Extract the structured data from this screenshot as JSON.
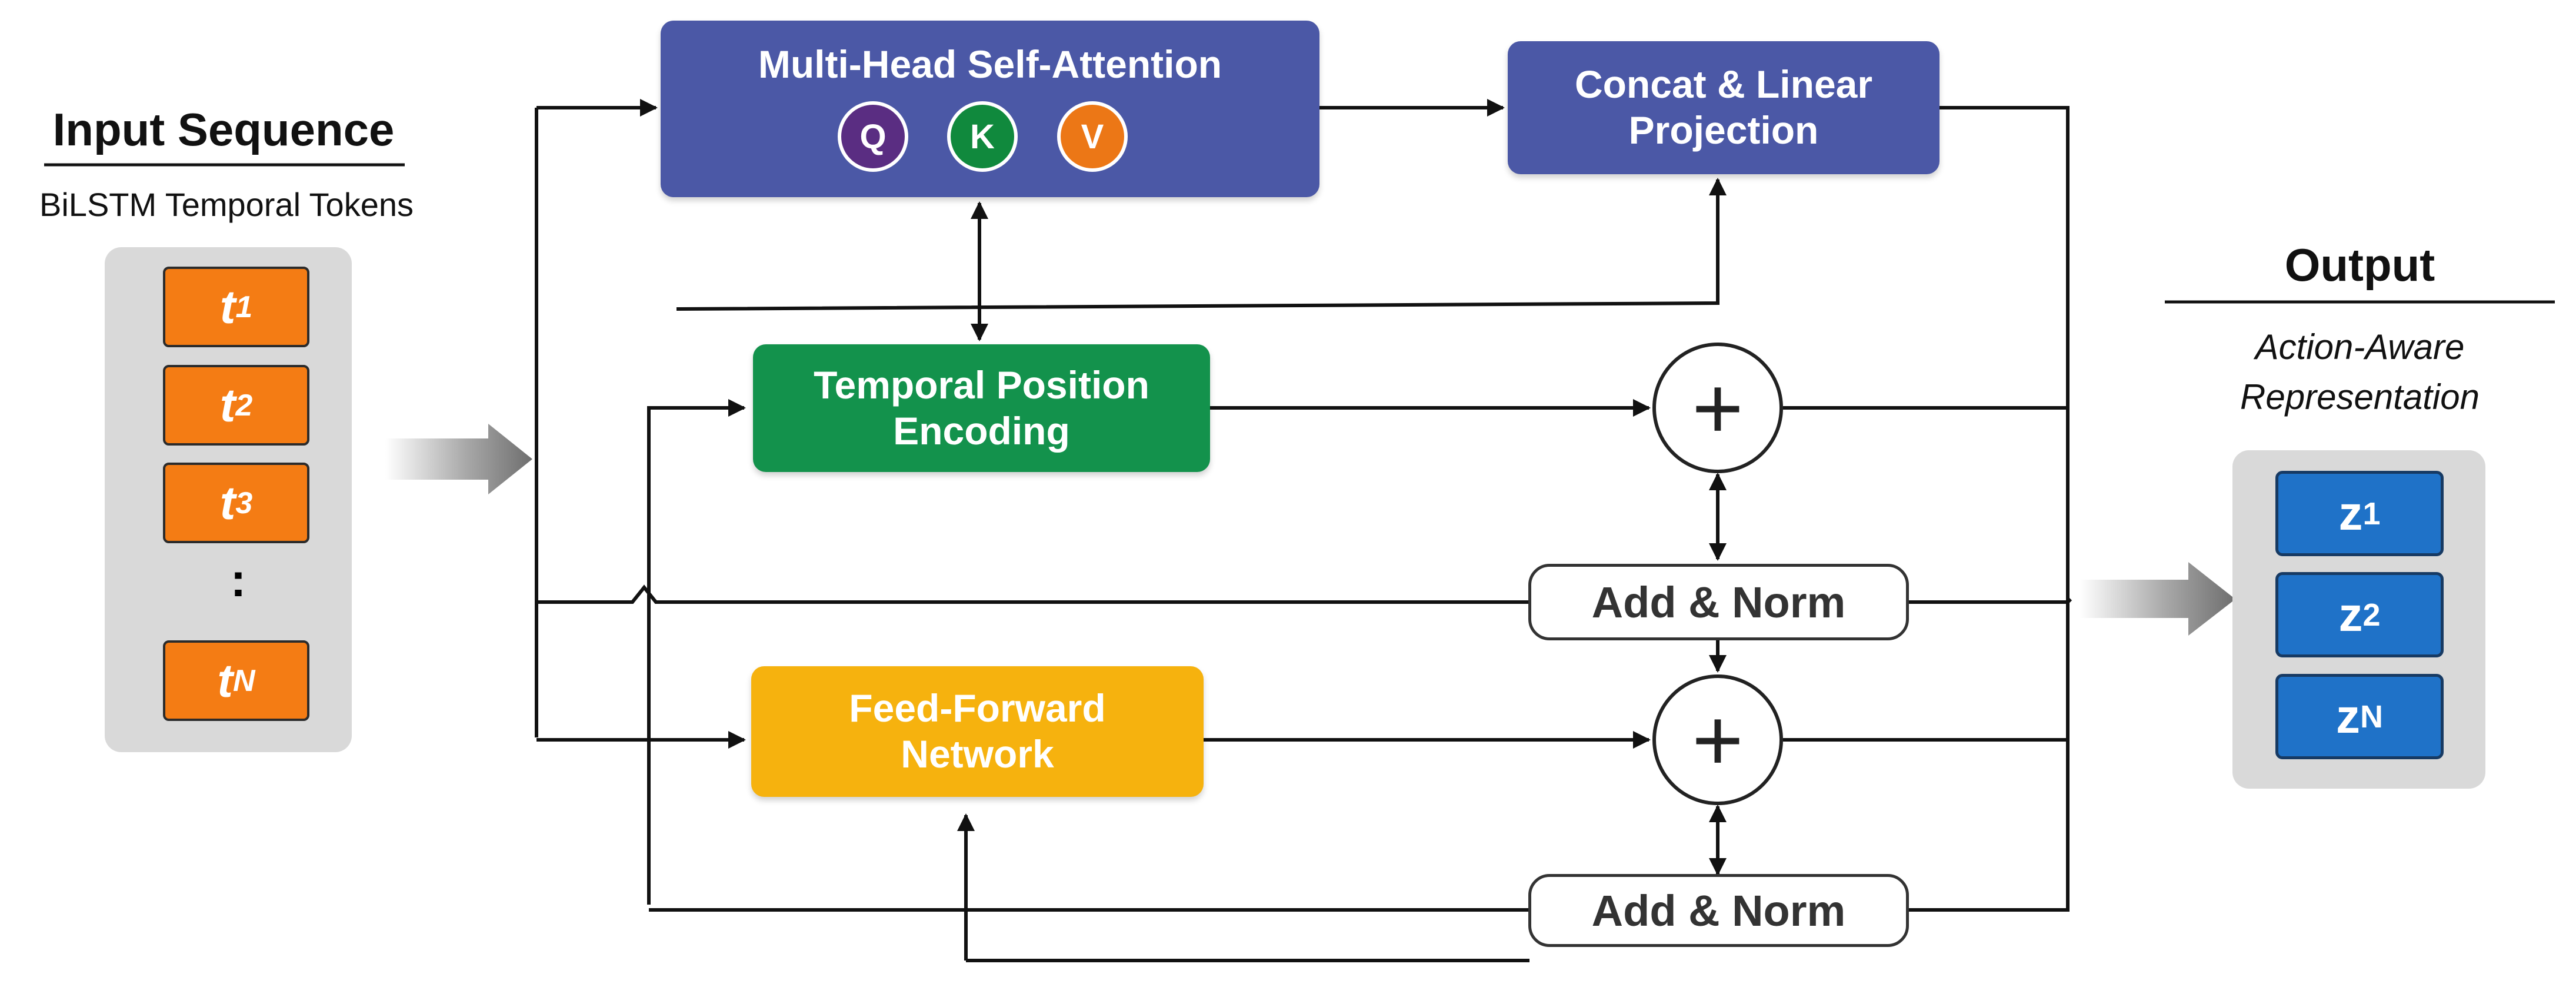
{
  "input": {
    "title": "Input Sequence",
    "subtitle": "BiLSTM Temporal Tokens",
    "tokens": [
      {
        "base": "t",
        "sub": "1"
      },
      {
        "base": "t",
        "sub": "2"
      },
      {
        "base": "t",
        "sub": "3"
      },
      {
        "base": "t",
        "sub": "N"
      }
    ],
    "ellipsis": ":"
  },
  "blocks": {
    "mhsa": {
      "label": "Multi-Head Self-Attention",
      "color": "#4b58a6"
    },
    "concat": {
      "label_line1": "Concat & Linear",
      "label_line2": "Projection",
      "color": "#4b58a6"
    },
    "tpe": {
      "label_line1": "Temporal Position",
      "label_line2": "Encoding",
      "color": "#13924c"
    },
    "ffn": {
      "label_line1": "Feed-Forward",
      "label_line2": "Network",
      "color": "#f6b20e"
    }
  },
  "qkv": [
    {
      "label": "Q",
      "color": "#5a2d82"
    },
    {
      "label": "K",
      "color": "#10893d"
    },
    {
      "label": "V",
      "color": "#ec7716"
    }
  ],
  "add_norm": [
    "Add & Norm",
    "Add & Norm"
  ],
  "plus_symbol": "+",
  "output": {
    "title": "Output",
    "subtitle_line1": "Action-Aware",
    "subtitle_line2": "Representation",
    "vectors": [
      {
        "base": "z",
        "sub": "1"
      },
      {
        "base": "z",
        "sub": "2"
      },
      {
        "base": "z",
        "sub": "N"
      }
    ]
  },
  "colors": {
    "panel": "#d9d9d9",
    "token": "#f47c14",
    "z": "#1f72c8",
    "wire": "#111111"
  }
}
